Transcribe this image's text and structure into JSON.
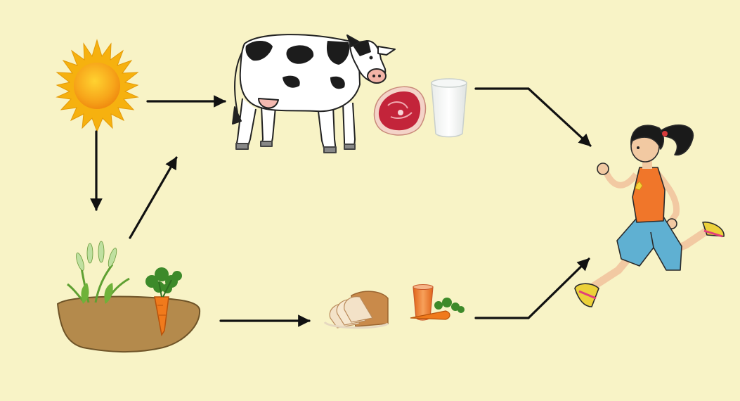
{
  "diagram": {
    "kind": "energy-flow",
    "background": "#f8f3c6",
    "arrow_color": "#111111",
    "nodes": [
      {
        "id": "sun",
        "icon": "sun-icon"
      },
      {
        "id": "plants",
        "icon": "plants-in-soil-icon",
        "items": [
          "wheat",
          "carrot"
        ]
      },
      {
        "id": "animal",
        "icon": "cow-icon"
      },
      {
        "id": "animal-foods",
        "icons": [
          "meat-steak-icon",
          "milk-glass-icon"
        ]
      },
      {
        "id": "plant-foods",
        "icons": [
          "bread-loaf-icon",
          "carrot-juice-icon",
          "carrot-icon"
        ]
      },
      {
        "id": "human",
        "icon": "running-girl-icon"
      }
    ],
    "edges": [
      {
        "from": "sun",
        "to": "animal"
      },
      {
        "from": "sun",
        "to": "plants"
      },
      {
        "from": "plants",
        "to": "animal"
      },
      {
        "from": "plants",
        "to": "plant-foods"
      },
      {
        "from": "animal-foods",
        "to": "human"
      },
      {
        "from": "plant-foods",
        "to": "human"
      }
    ]
  }
}
